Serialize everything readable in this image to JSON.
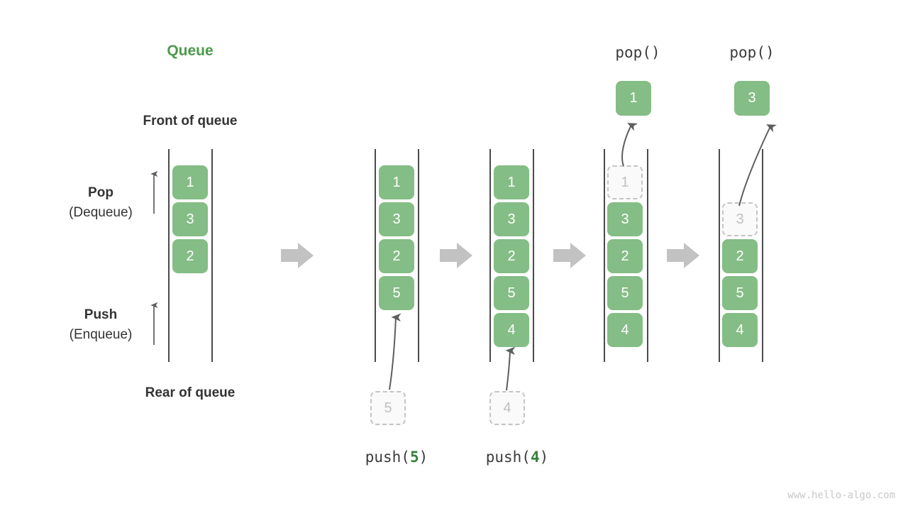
{
  "meta": {
    "title": "Queue",
    "watermark": "www.hello-algo.com",
    "accent_green": "#4c9a4c",
    "cell_green": "#84bd85",
    "ghost_gray": "#c4c4c4",
    "arrow_gray": "#c2c2c2",
    "text_dark": "#333333"
  },
  "labels": {
    "front_of_queue": "Front of queue",
    "rear_of_queue": "Rear of queue",
    "pop_strong": "Pop",
    "pop_soft": "(Dequeue)",
    "push_strong": "Push",
    "push_soft": "(Enqueue)"
  },
  "operations": {
    "push5_prefix": "push(",
    "push5_value": "5",
    "push5_suffix": ")",
    "push4_prefix": "push(",
    "push4_value": "4",
    "push4_suffix": ")",
    "pop1_label": "pop()",
    "pop2_label": "pop()"
  },
  "chart_data": {
    "type": "diagram",
    "title": "Queue",
    "description": "Queue push (enqueue) at rear and pop (dequeue) at front",
    "columns": [
      {
        "id": "initial",
        "caption": "",
        "cells": [
          {
            "value": "1",
            "state": "filled"
          },
          {
            "value": "3",
            "state": "filled"
          },
          {
            "value": "2",
            "state": "filled"
          }
        ],
        "incoming": null,
        "popped": null
      },
      {
        "id": "after-push-5",
        "caption": "push(5)",
        "cells": [
          {
            "value": "1",
            "state": "filled"
          },
          {
            "value": "3",
            "state": "filled"
          },
          {
            "value": "2",
            "state": "filled"
          },
          {
            "value": "5",
            "state": "filled"
          }
        ],
        "incoming": {
          "value": "5",
          "state": "ghost"
        },
        "popped": null
      },
      {
        "id": "after-push-4",
        "caption": "push(4)",
        "cells": [
          {
            "value": "1",
            "state": "filled"
          },
          {
            "value": "3",
            "state": "filled"
          },
          {
            "value": "2",
            "state": "filled"
          },
          {
            "value": "5",
            "state": "filled"
          },
          {
            "value": "4",
            "state": "filled"
          }
        ],
        "incoming": {
          "value": "4",
          "state": "ghost"
        },
        "popped": null
      },
      {
        "id": "after-pop-1",
        "caption": "pop()",
        "cells": [
          {
            "value": "1",
            "state": "ghost"
          },
          {
            "value": "3",
            "state": "filled"
          },
          {
            "value": "2",
            "state": "filled"
          },
          {
            "value": "5",
            "state": "filled"
          },
          {
            "value": "4",
            "state": "filled"
          }
        ],
        "incoming": null,
        "popped": {
          "value": "1",
          "state": "filled"
        }
      },
      {
        "id": "after-pop-3",
        "caption": "pop()",
        "cells": [
          {
            "value": "3",
            "state": "ghost"
          },
          {
            "value": "2",
            "state": "filled"
          },
          {
            "value": "5",
            "state": "filled"
          },
          {
            "value": "4",
            "state": "filled"
          }
        ],
        "incoming": null,
        "popped": {
          "value": "3",
          "state": "filled"
        }
      }
    ]
  }
}
